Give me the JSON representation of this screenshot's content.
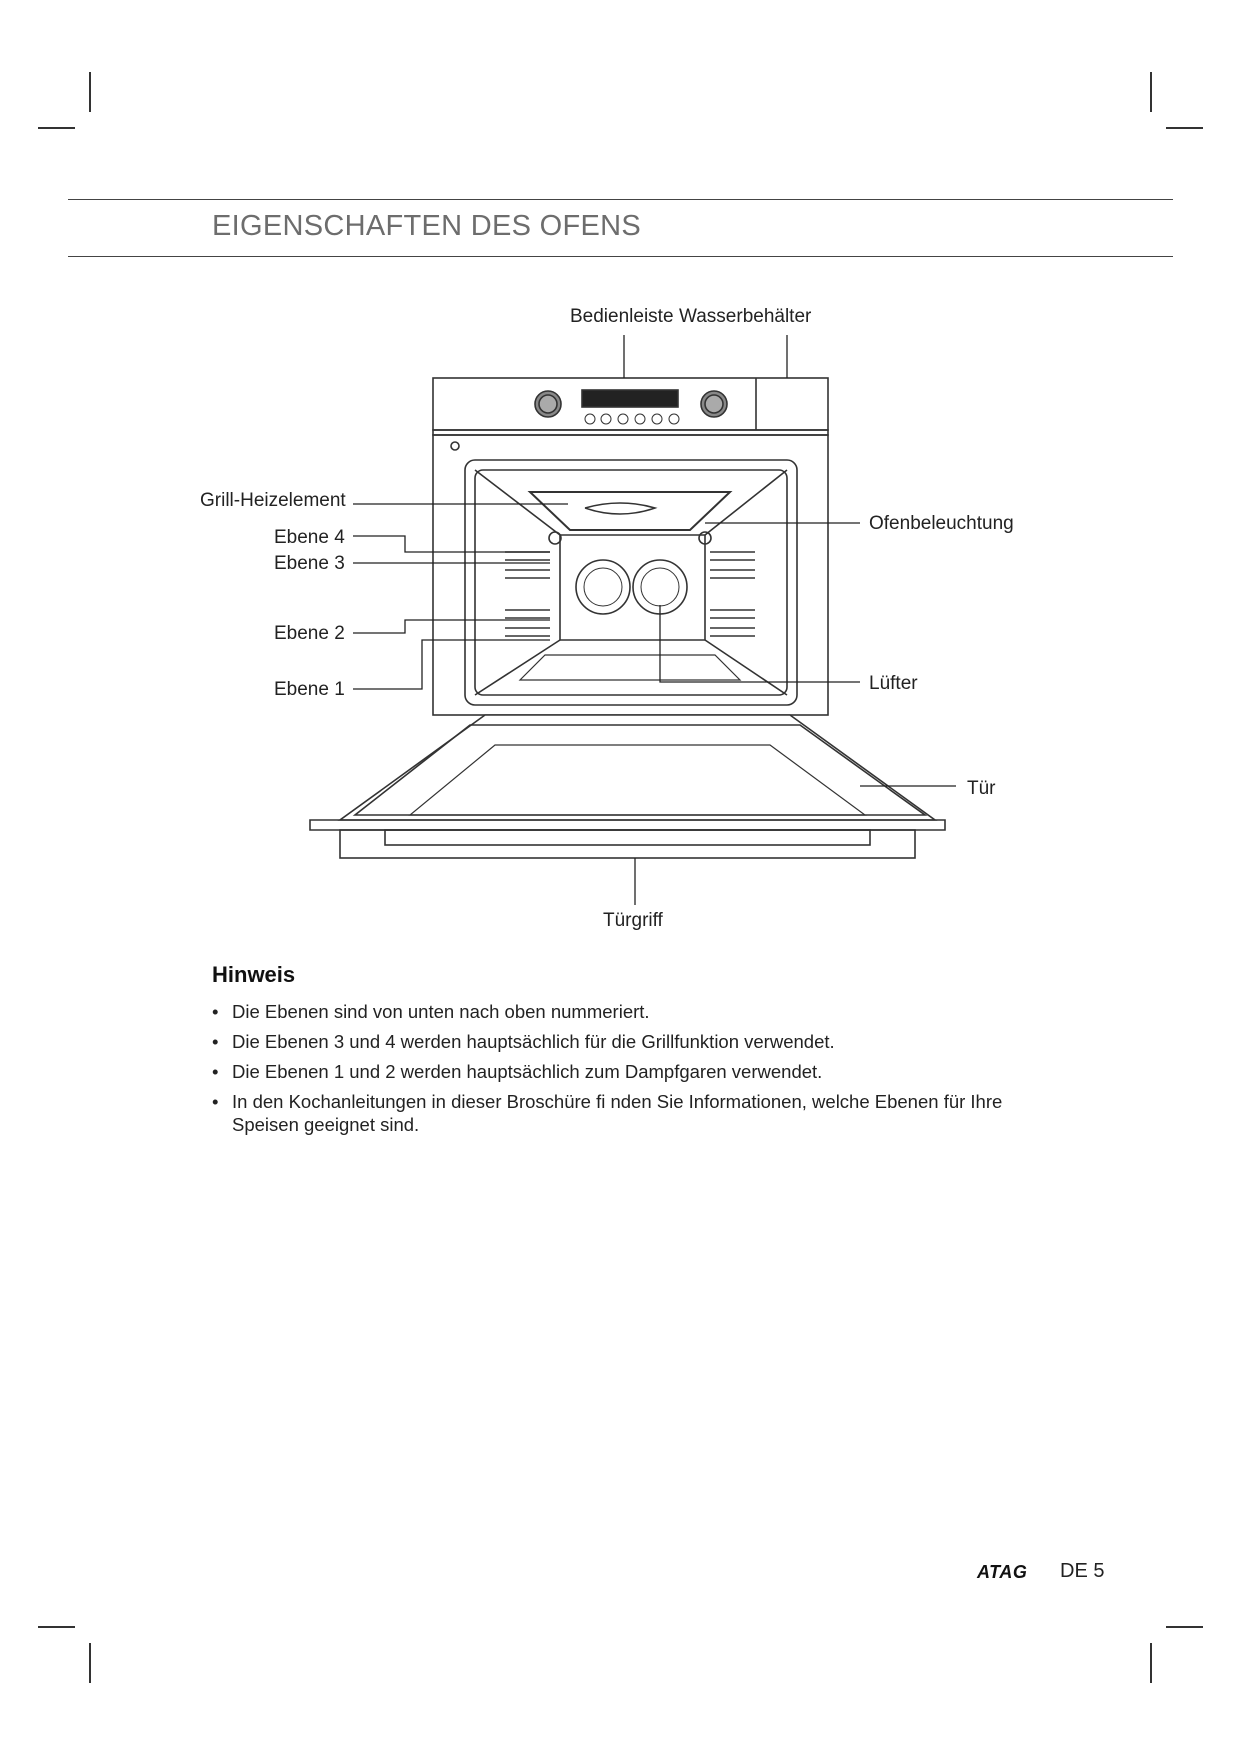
{
  "header": {
    "title": "EIGENSCHAFTEN DES OFENS"
  },
  "diagram": {
    "labels": {
      "control_panel": "Bedienleiste",
      "water_tank": "Wasserbehälter",
      "grill_element": "Grill-Heizelement",
      "level4": "Ebene 4",
      "level3": "Ebene 3",
      "level2": "Ebene 2",
      "level1": "Ebene 1",
      "oven_light": "Ofenbeleuchtung",
      "fan": "Lüfter",
      "door": "Tür",
      "door_handle": "Türgriff"
    }
  },
  "note": {
    "heading": "Hinweis",
    "bullet_char": "•",
    "items": [
      "Die Ebenen sind von unten nach oben nummeriert.",
      "Die Ebenen 3 und 4 werden hauptsächlich für die Grillfunktion verwendet.",
      "Die Ebenen 1 und 2 werden hauptsächlich zum Dampfgaren verwendet.",
      "In den Kochanleitungen in dieser Broschüre fi nden Sie Informationen, welche Ebenen für Ihre Speisen geeignet sind."
    ]
  },
  "footer": {
    "brand": "ATAG",
    "page": "DE 5"
  }
}
